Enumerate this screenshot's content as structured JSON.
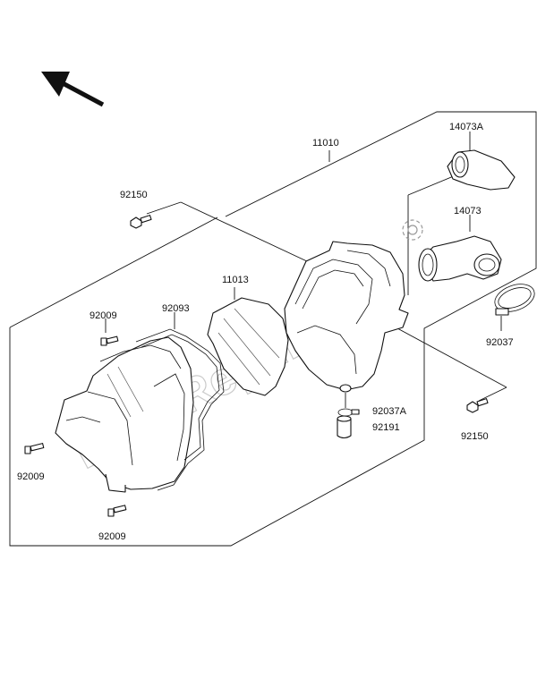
{
  "watermark": "PartsRepublik",
  "labels": {
    "p11010": "11010",
    "p14073a": "14073A",
    "p14073": "14073",
    "p92150_top": "92150",
    "p11013": "11013",
    "p92093": "92093",
    "p92009_top": "92009",
    "p92037": "92037",
    "p92037a": "92037A",
    "p92191": "92191",
    "p92150_bottom": "92150",
    "p92009_left": "92009",
    "p92009_bottom": "92009"
  },
  "icons": {
    "direction": "arrow-up-left-icon",
    "gear": "gear-icon"
  }
}
